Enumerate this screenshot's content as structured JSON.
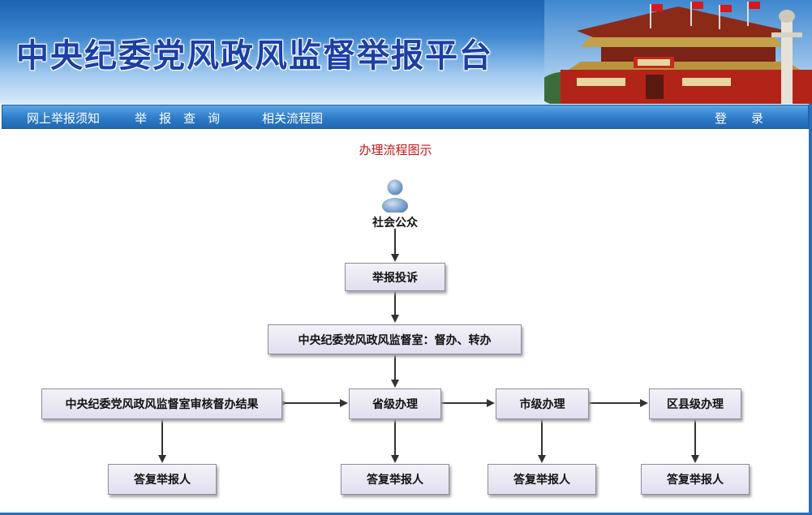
{
  "header": {
    "title": "中央纪委党风政风监督举报平台",
    "colors": {
      "title": "#1b3fa6",
      "banner_top": "#1c63b3",
      "banner_bottom": "#d9ebfb"
    }
  },
  "nav": {
    "items": [
      {
        "label": "网上举报须知"
      },
      {
        "label": "举　报　查　询"
      },
      {
        "label": "相关流程图"
      }
    ],
    "login": "登　　录"
  },
  "flow": {
    "title": "办理流程图示",
    "public": "社会公众",
    "report": "举报投诉",
    "office": "中央纪委党风政风监督室：督办、转办",
    "review": "中央纪委党风政风监督室审核督办结果",
    "provincial": "省级办理",
    "city": "市级办理",
    "county": "区县级办理",
    "reply": "答复举报人",
    "colors": {
      "title": "#c81414",
      "box_border": "#8d8d99",
      "arrow": "#333333"
    }
  }
}
